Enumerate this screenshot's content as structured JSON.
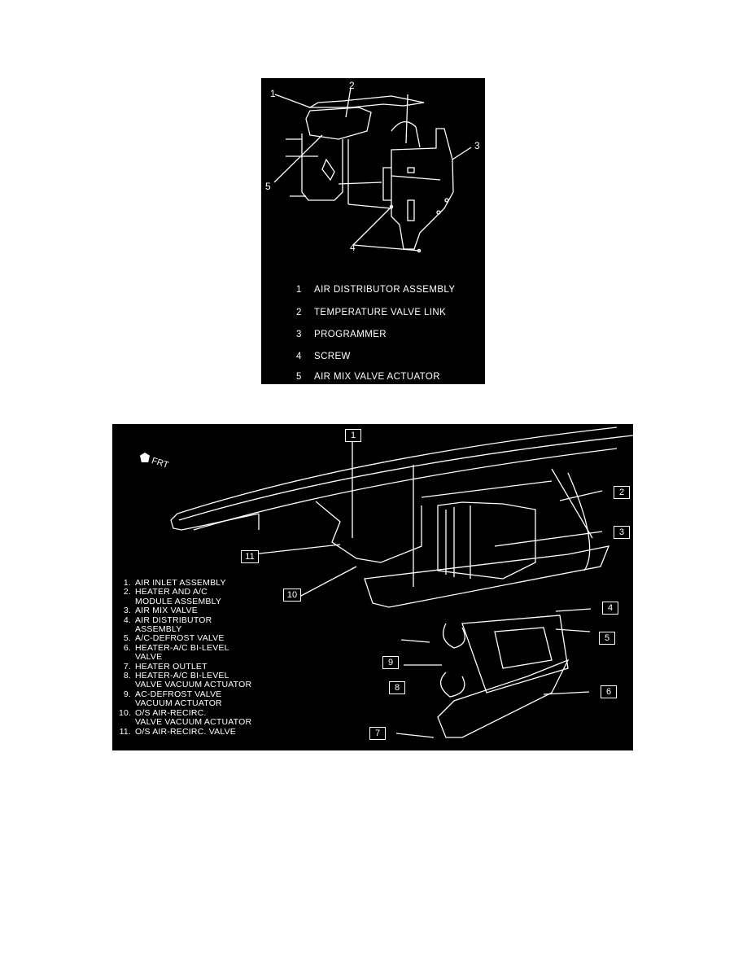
{
  "figure1": {
    "callouts": [
      "1",
      "2",
      "3",
      "4",
      "5"
    ],
    "legend": [
      {
        "num": "1",
        "label": "AIR DISTRIBUTOR ASSEMBLY"
      },
      {
        "num": "2",
        "label": "TEMPERATURE VALVE LINK"
      },
      {
        "num": "3",
        "label": "PROGRAMMER"
      },
      {
        "num": "4",
        "label": "SCREW"
      },
      {
        "num": "5",
        "label": "AIR MIX VALVE ACTUATOR"
      }
    ]
  },
  "figure2": {
    "direction_label": "FRT",
    "callouts": [
      "1",
      "2",
      "3",
      "4",
      "5",
      "6",
      "7",
      "8",
      "9",
      "10",
      "11"
    ],
    "legend": [
      {
        "num": "1.",
        "lines": [
          "AIR INLET ASSEMBLY"
        ]
      },
      {
        "num": "2.",
        "lines": [
          "HEATER AND A/C",
          "MODULE ASSEMBLY"
        ]
      },
      {
        "num": "3.",
        "lines": [
          "AIR MIX VALVE"
        ]
      },
      {
        "num": "4.",
        "lines": [
          "AIR DISTRIBUTOR",
          "ASSEMBLY"
        ]
      },
      {
        "num": "5.",
        "lines": [
          "A/C-DEFROST VALVE"
        ]
      },
      {
        "num": "6.",
        "lines": [
          "HEATER-A/C BI-LEVEL",
          "VALVE"
        ]
      },
      {
        "num": "7.",
        "lines": [
          "HEATER OUTLET"
        ]
      },
      {
        "num": "8.",
        "lines": [
          "HEATER-A/C BI-LEVEL",
          "VALVE VACUUM ACTUATOR"
        ]
      },
      {
        "num": "9.",
        "lines": [
          "AC-DEFROST VALVE",
          "VACUUM ACTUATOR"
        ]
      },
      {
        "num": "10.",
        "lines": [
          "O/S AIR-RECIRC.",
          "VALVE VACUUM ACTUATOR"
        ]
      },
      {
        "num": "11.",
        "lines": [
          "O/S AIR-RECIRC. VALVE"
        ]
      }
    ]
  }
}
